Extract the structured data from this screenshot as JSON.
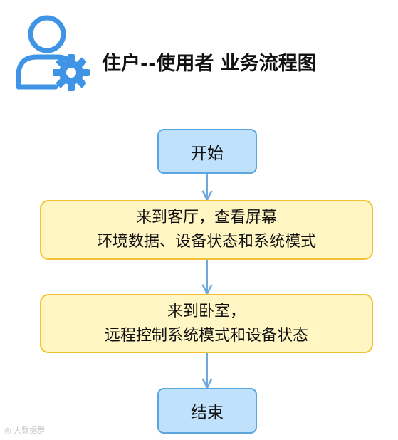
{
  "header": {
    "title": "住户--使用者 业务流程图",
    "icon": "user-gear-icon",
    "icon_color": "#3f94e6"
  },
  "flow": {
    "start": "开始",
    "step1": {
      "line1": "来到客厅，查看屏幕",
      "line2": "环境数据、设备状态和系统模式"
    },
    "step2": {
      "line1": "来到卧室，",
      "line2": "远程控制系统模式和设备状态"
    },
    "end": "结束"
  },
  "watermark": "大数据群",
  "colors": {
    "terminal_fill": "#bfe1fb",
    "terminal_border": "#5aa6dd",
    "process_fill": "#fff6c3",
    "process_border": "#f1c232",
    "arrow": "#6fa8dc"
  }
}
